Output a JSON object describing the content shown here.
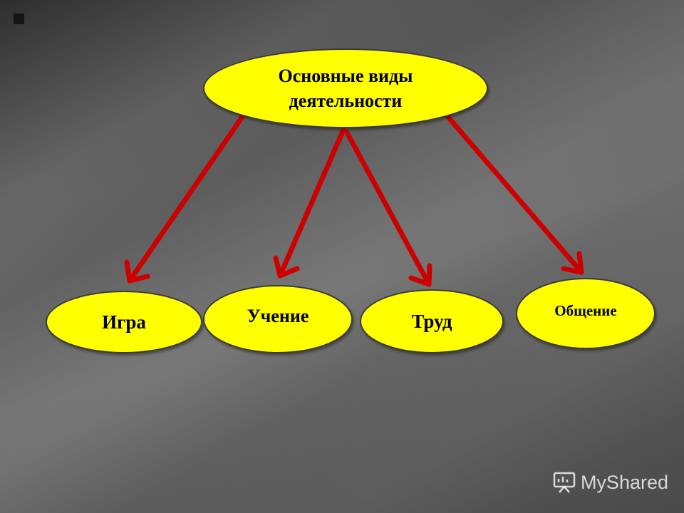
{
  "diagram": {
    "root": {
      "line1": "Основные виды",
      "line2": "деятельности"
    },
    "children": [
      {
        "id": "igra",
        "label": "Игра"
      },
      {
        "id": "uchenie",
        "label": "Учение"
      },
      {
        "id": "trud",
        "label": "Труд"
      },
      {
        "id": "obshenie",
        "label": "Общение"
      }
    ],
    "colors": {
      "node_fill": "#ffff00",
      "arrow": "#cc0000",
      "background": "#5a5a5a"
    }
  },
  "watermark": {
    "text": "MyShared",
    "icon": "presentation-board-icon"
  }
}
